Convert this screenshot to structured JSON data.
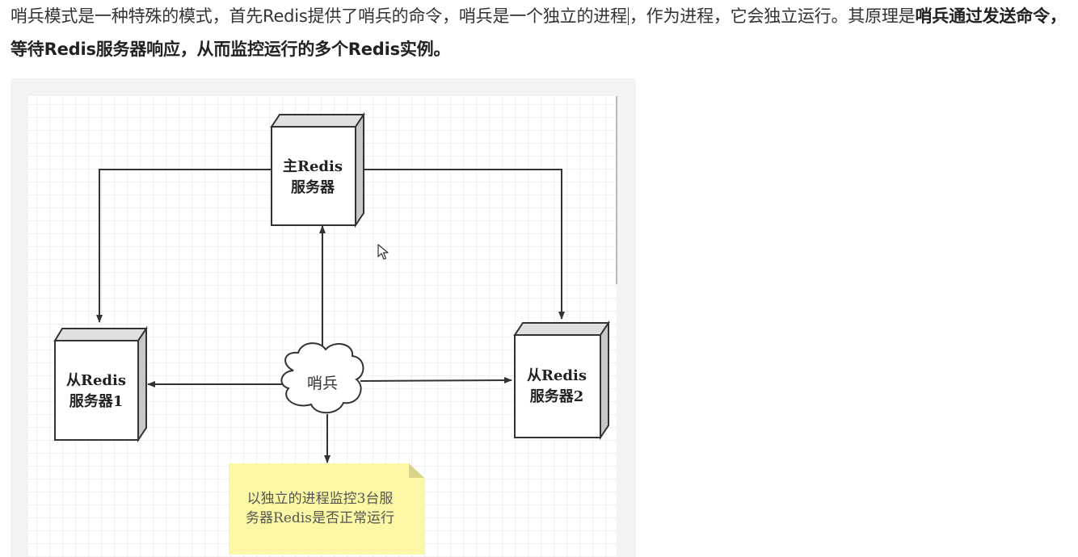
{
  "paragraph": {
    "text_before_caret": "哨兵模式是一种特殊的模式，首先Redis提供了哨兵的命令，哨兵是一个独立的进程",
    "text_after_caret": "，作为进程，它会独立运行。其原理是",
    "bold_text": "哨兵通过发送命令，等待Redis服务器响应，从而监控运行的多个Redis实例。"
  },
  "diagram": {
    "master": {
      "line1": "主Redis",
      "line2": "服务器"
    },
    "slave1": {
      "line1": "从Redis",
      "line2": "服务器1"
    },
    "slave2": {
      "line1": "从Redis",
      "line2": "服务器2"
    },
    "sentinel": "哨兵",
    "note": {
      "line1": "以独立的进程监控3台服",
      "line2": "务器Redis是否正常运行"
    },
    "note_color": "#fbf7a4",
    "grid_color": "#e4e4e4"
  }
}
